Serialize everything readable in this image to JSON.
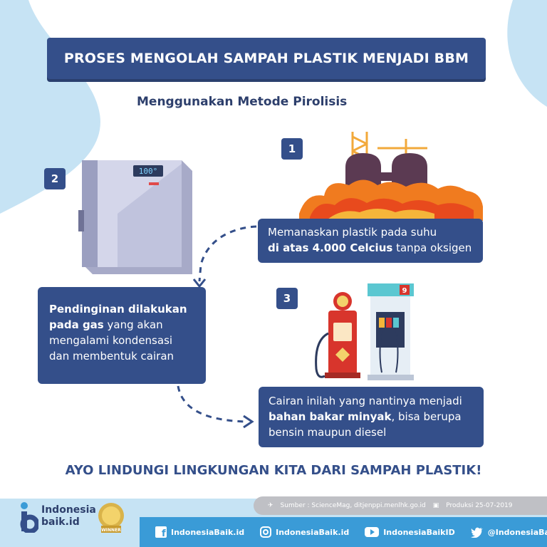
{
  "title": "PROSES MENGOLAH SAMPAH PLASTIK MENJADI BBM",
  "subtitle": "Menggunakan Metode Pirolisis",
  "steps": [
    {
      "number": "1",
      "text_pre": "Memanaskan plastik pada suhu",
      "text_bold": "di atas 4.000 Celcius",
      "text_post": " tanpa oksigen"
    },
    {
      "number": "2",
      "text_bold_1": "Pendinginan dilakukan",
      "text_bold_2": "pada gas",
      "text_post_1": " yang akan",
      "text_post_2": "mengalami kondensasi",
      "text_post_3": "dan membentuk cairan"
    },
    {
      "number": "3",
      "text_pre": "Cairan inilah yang nantinya menjadi",
      "text_bold": "bahan bakar minyak",
      "text_mid": ", bisa berupa",
      "text_post": "bensin maupun diesel"
    }
  ],
  "machine_display": "100°",
  "pump_number": "9",
  "tagline": "AYO LINDUNGI LINGKUNGAN KITA DARI SAMPAH PLASTIK!",
  "source": "Sumber : ScienceMag, ditjenppi.menlhk.go.id",
  "produced": "Produksi 25-07-2019",
  "brand": {
    "line1": "Indonesia",
    "line2": "baik.id"
  },
  "award_text": "WINNER",
  "social": [
    {
      "icon": "facebook-icon",
      "label": "IndonesiaBaik.id"
    },
    {
      "icon": "instagram-icon",
      "label": "IndonesiaBaik.id"
    },
    {
      "icon": "youtube-icon",
      "label": "IndonesiaBaikID"
    },
    {
      "icon": "twitter-icon",
      "label": "@IndonesiaBaikid"
    }
  ],
  "colors": {
    "navy": "#344f8a",
    "sky": "#c6e3f4",
    "social_bar": "#3a9bd7",
    "flame_orange": "#f07b1f",
    "pump_red": "#d8352c"
  }
}
